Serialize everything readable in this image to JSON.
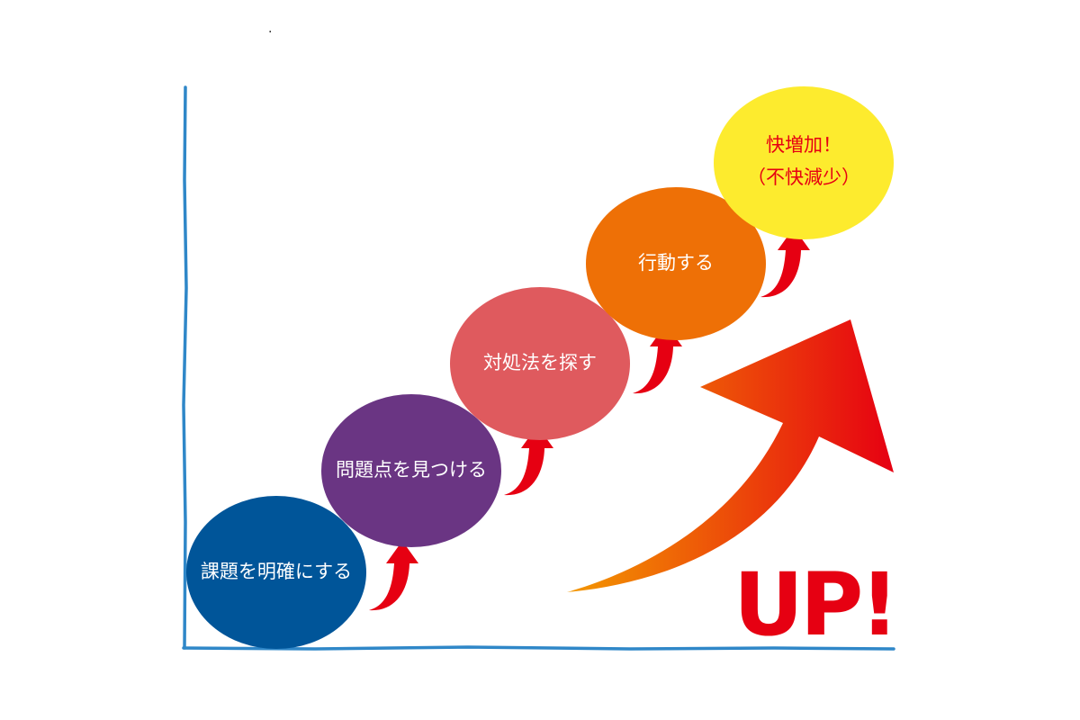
{
  "diagram": {
    "steps": [
      {
        "label": "課題を明確にする",
        "color": "#005599"
      },
      {
        "label": "問題点を見つける",
        "color": "#6a3583"
      },
      {
        "label": "対処法を探す",
        "color": "#df5a5e"
      },
      {
        "label": "行動する",
        "color": "#ee7006"
      }
    ],
    "goal": {
      "line1": "快増加！",
      "line2": "（不快減少）",
      "fill": "#fdeb2e",
      "text_color": "#e60012"
    },
    "up_text": "UP!",
    "colors": {
      "axis": "#2f87c8",
      "small_arrow": "#e60012",
      "big_arrow_start": "#f39800",
      "big_arrow_end": "#e60012"
    },
    "stray_mark": "."
  }
}
